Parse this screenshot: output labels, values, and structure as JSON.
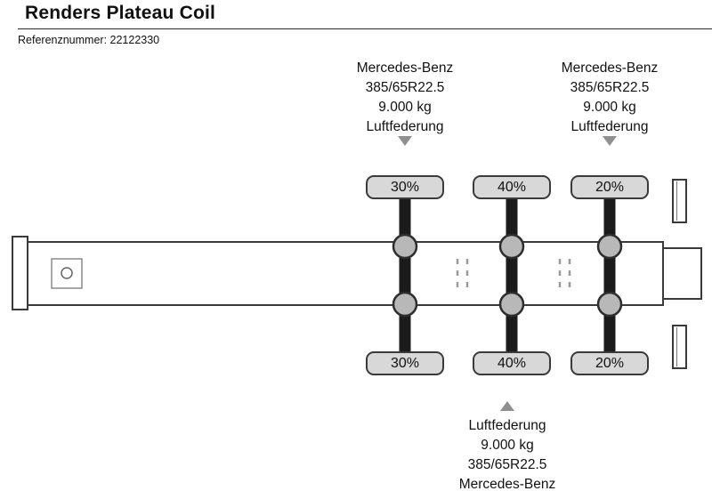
{
  "header": {
    "title": "Renders Plateau Coil",
    "reference": "Referenznummer: 22122330"
  },
  "spec_top_left": {
    "lines": [
      "Mercedes-Benz",
      "385/65R22.5",
      "9.000 kg",
      "Luftfederung"
    ]
  },
  "spec_top_right": {
    "lines": [
      "Mercedes-Benz",
      "385/65R22.5",
      "9.000 kg",
      "Luftfederung"
    ]
  },
  "spec_bottom": {
    "lines": [
      "Luftfederung",
      "9.000 kg",
      "385/65R22.5",
      "Mercedes-Benz"
    ]
  },
  "axle_loads": {
    "top": [
      "30%",
      "40%",
      "20%"
    ],
    "bottom": [
      "30%",
      "40%",
      "20%"
    ]
  },
  "colors": {
    "pill_fill": "#d8d8d8",
    "axle_bar": "#1b1b1b",
    "outline": "#3a3a3a",
    "arrow": "#8f8f8f",
    "wheel_fill": "#b8b8b8"
  }
}
